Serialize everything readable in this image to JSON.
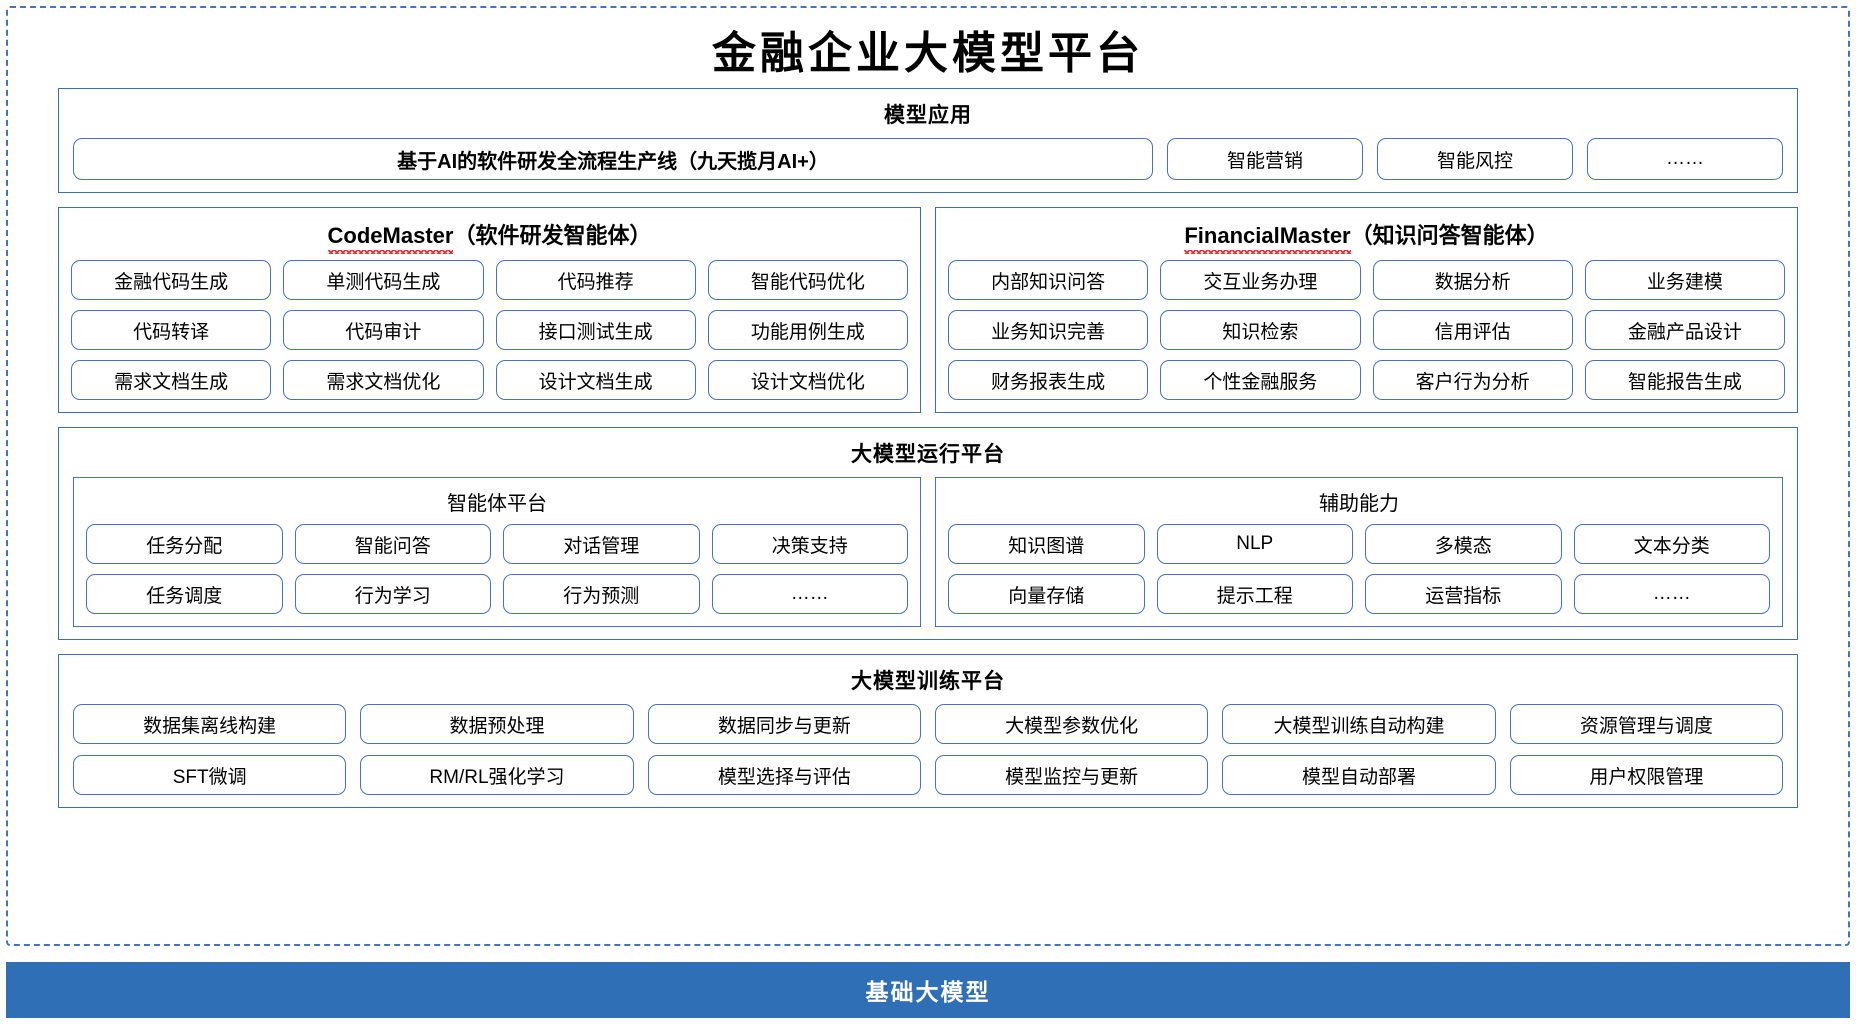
{
  "title": "金融企业大模型平台",
  "colors": {
    "border_blue": "#4472c4",
    "section_border": "#3b6fb6",
    "banner_blue": "#2f6fb5",
    "spellcheck_red": "#e8333a"
  },
  "model_application": {
    "title": "模型应用",
    "primary": "基于AI的软件研发全流程生产线（九天揽月AI+）",
    "items": [
      "智能营销",
      "智能风控",
      "……"
    ]
  },
  "agents": [
    {
      "name": "CodeMaster",
      "suffix": "（软件研发智能体）",
      "items": [
        "金融代码生成",
        "单测代码生成",
        "代码推荐",
        "智能代码优化",
        "代码转译",
        "代码审计",
        "接口测试生成",
        "功能用例生成",
        "需求文档生成",
        "需求文档优化",
        "设计文档生成",
        "设计文档优化"
      ]
    },
    {
      "name": "FinancialMaster",
      "suffix": "（知识问答智能体）",
      "items": [
        "内部知识问答",
        "交互业务办理",
        "数据分析",
        "业务建模",
        "业务知识完善",
        "知识检索",
        "信用评估",
        "金融产品设计",
        "财务报表生成",
        "个性金融服务",
        "客户行为分析",
        "智能报告生成"
      ]
    }
  ],
  "runtime_platform": {
    "title": "大模型运行平台",
    "columns": [
      {
        "title": "智能体平台",
        "items": [
          "任务分配",
          "智能问答",
          "对话管理",
          "决策支持",
          "任务调度",
          "行为学习",
          "行为预测",
          "……"
        ]
      },
      {
        "title": "辅助能力",
        "items": [
          "知识图谱",
          "NLP",
          "多模态",
          "文本分类",
          "向量存储",
          "提示工程",
          "运营指标",
          "……"
        ]
      }
    ]
  },
  "training_platform": {
    "title": "大模型训练平台",
    "items": [
      "数据集离线构建",
      "数据预处理",
      "数据同步与更新",
      "大模型参数优化",
      "大模型训练自动构建",
      "资源管理与调度",
      "SFT微调",
      "RM/RL强化学习",
      "模型选择与评估",
      "模型监控与更新",
      "模型自动部署",
      "用户权限管理"
    ]
  },
  "footer": {
    "label": "基础大模型"
  }
}
